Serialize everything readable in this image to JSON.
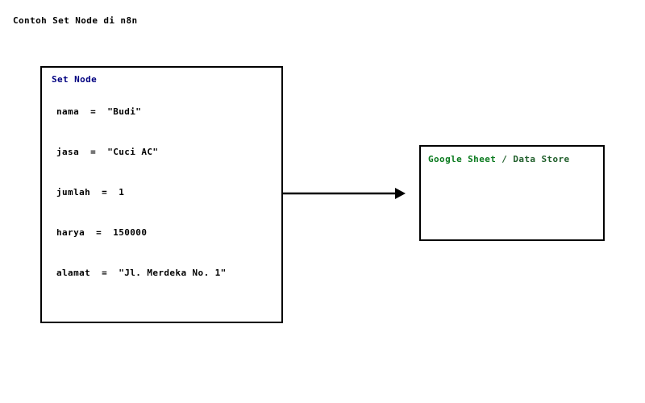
{
  "title": "Contoh Set Node di n8n",
  "colors": {
    "title": "#000000",
    "set_node_heading": "#000080",
    "data_store_heading": "#0a7a1e",
    "border": "#000000",
    "arrow": "#000000",
    "background": "#ffffff"
  },
  "set_node": {
    "heading": "Set Node",
    "fields": [
      {
        "key": "nama",
        "eq": "=",
        "value": "\"Budi\""
      },
      {
        "key": "jasa",
        "eq": "=",
        "value": "\"Cuci AC\""
      },
      {
        "key": "jumlah",
        "eq": "=",
        "value": "1"
      },
      {
        "key": "harya",
        "eq": "=",
        "value": "150000"
      },
      {
        "key": "alamat",
        "eq": "=",
        "value": "\"Jl. Merdeka No. 1\""
      }
    ]
  },
  "data_store": {
    "heading_primary": "Google Sheet",
    "heading_separator": " / ",
    "heading_secondary": "Data Store",
    "body": ""
  },
  "connector": {
    "icon": "arrow-right-icon",
    "label": ""
  }
}
